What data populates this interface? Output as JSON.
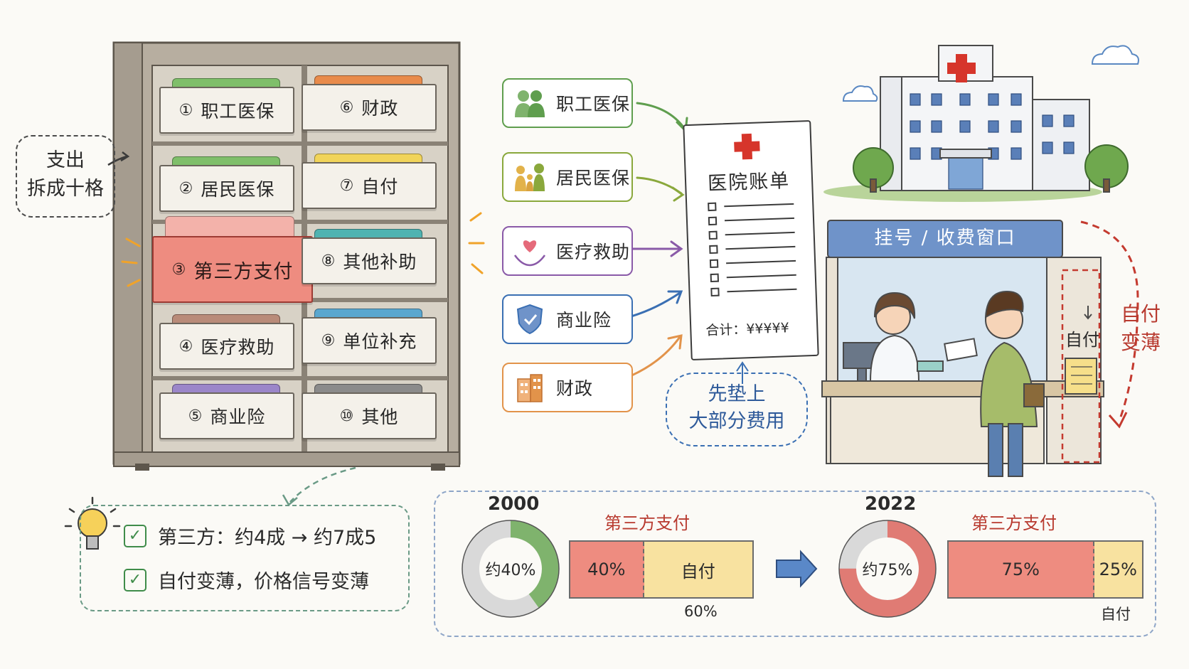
{
  "callout_split": {
    "line1": "支出",
    "line2": "拆成十格"
  },
  "drawers": [
    {
      "num": "①",
      "label": "职工医保",
      "folder": "#7fbf6a"
    },
    {
      "num": "②",
      "label": "居民医保",
      "folder": "#7fbf6a"
    },
    {
      "num": "③",
      "label": "第三方支付",
      "folder": "#f3b2aa"
    },
    {
      "num": "④",
      "label": "医疗救助",
      "folder": "#b98b79"
    },
    {
      "num": "⑤",
      "label": "商业险",
      "folder": "#9b86c9"
    },
    {
      "num": "⑥",
      "label": "财政",
      "folder": "#e98b4b"
    },
    {
      "num": "⑦",
      "label": "自付",
      "folder": "#f1d45a"
    },
    {
      "num": "⑧",
      "label": "其他补助",
      "folder": "#4fb3b1"
    },
    {
      "num": "⑨",
      "label": "单位补充",
      "folder": "#5aa7cf"
    },
    {
      "num": "⑩",
      "label": "其他",
      "folder": "#8b8b8b"
    }
  ],
  "payers": [
    {
      "label": "职工医保",
      "icon": "people-icon",
      "color": "#5f9e4e"
    },
    {
      "label": "居民医保",
      "icon": "family-icon",
      "color": "#8aa83c"
    },
    {
      "label": "医疗救助",
      "icon": "heart-hands-icon",
      "color": "#8a5aa8"
    },
    {
      "label": "商业险",
      "icon": "shield-icon",
      "color": "#3a6fb3"
    },
    {
      "label": "财政",
      "icon": "building-icon",
      "color": "#e2934a"
    }
  ],
  "bill": {
    "title": "医院账单",
    "total": "合计：¥¥¥¥¥"
  },
  "advance_note": {
    "line1": "先垫上",
    "line2": "大部分费用"
  },
  "window": {
    "sign": "挂号 / 收费窗口",
    "self_pay": "自付"
  },
  "self_pay_thinner": {
    "line1": "自付",
    "line2": "变薄"
  },
  "notes": [
    "第三方：约4成 → 约7成5",
    "自付变薄，价格信号变薄"
  ],
  "chart_data": [
    {
      "type": "pie",
      "year": "2000",
      "center_label": "约40%",
      "bar_title": "第三方支付",
      "segments": [
        {
          "label": "40%",
          "value": 40,
          "color": "#ee8c80"
        },
        {
          "label": "自付",
          "value": 60,
          "color": "#f8e2a0"
        }
      ],
      "below_label": "60%",
      "ring_color": "#7fb36d"
    },
    {
      "type": "pie",
      "year": "2022",
      "center_label": "约75%",
      "bar_title": "第三方支付",
      "segments": [
        {
          "label": "75%",
          "value": 75,
          "color": "#ee8c80"
        },
        {
          "label": "25%",
          "value": 25,
          "color": "#f8e2a0"
        }
      ],
      "below_label": "自付",
      "ring_color": "#e07b74"
    }
  ]
}
